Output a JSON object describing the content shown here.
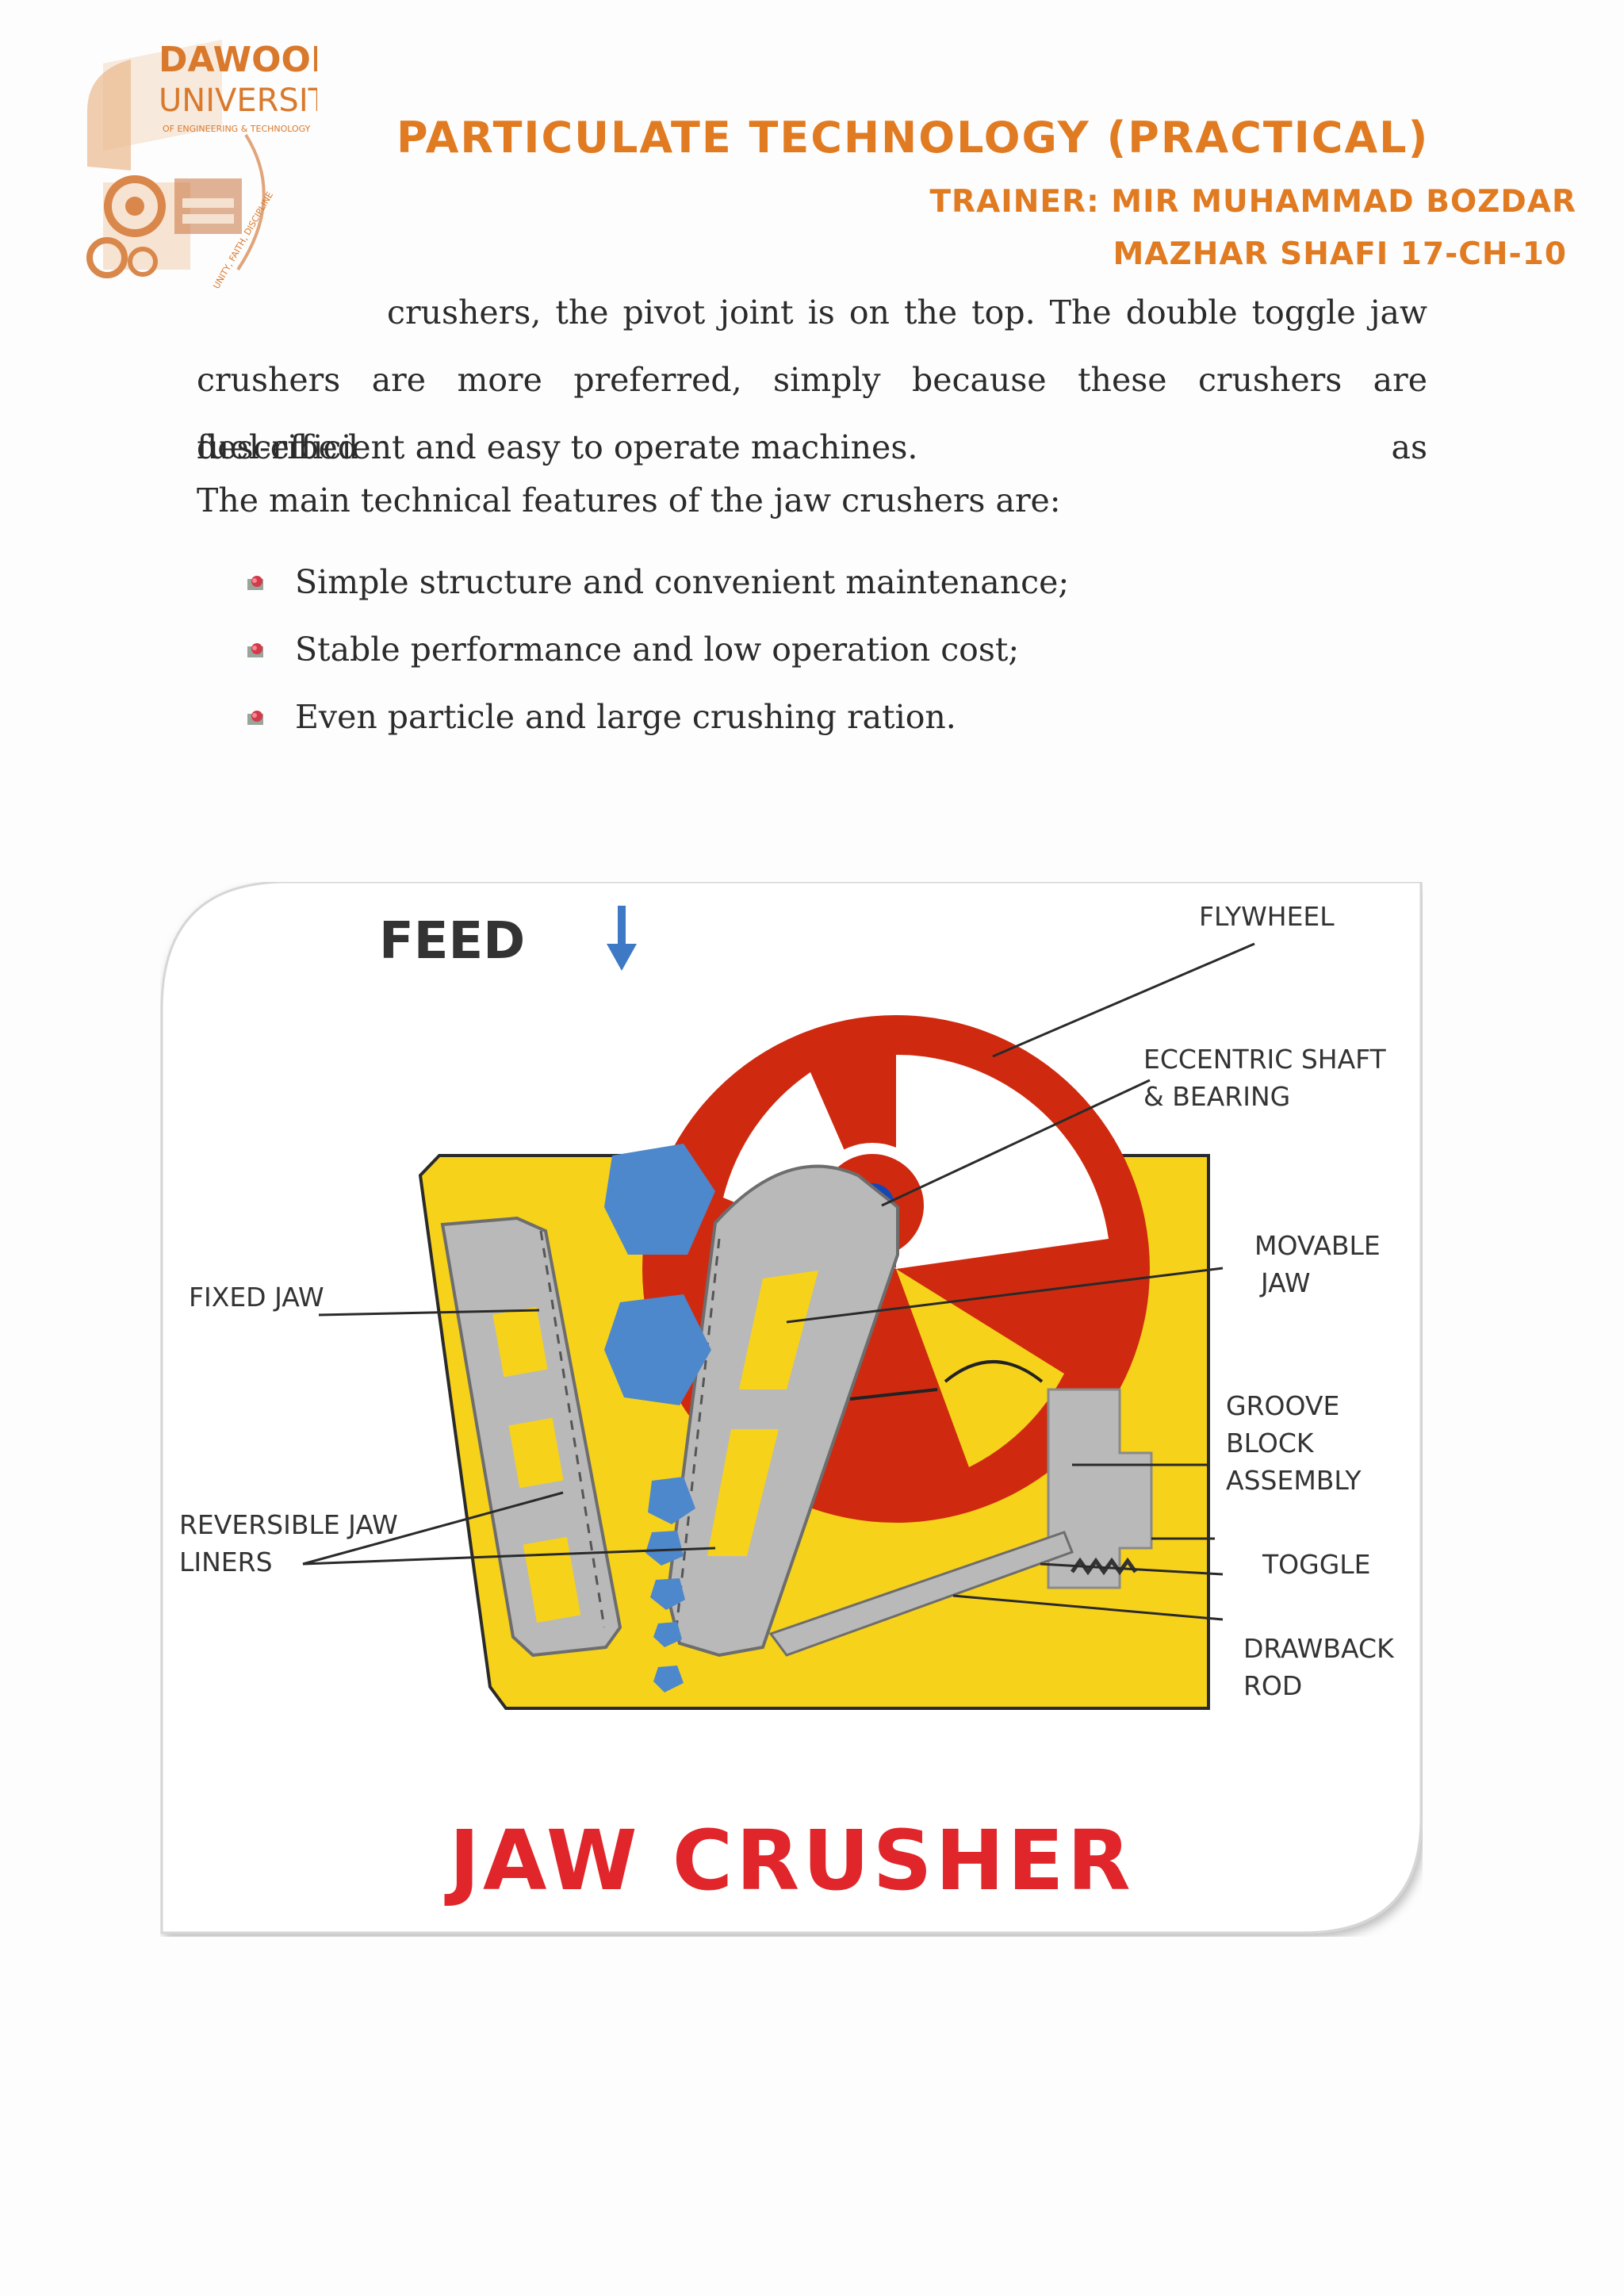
{
  "logo": {
    "line1": "DAWOOD",
    "line2": "UNIVERSITY",
    "line3": "OF ENGINEERING & TECHNOLOGY",
    "motto": "UNITY, FAITH, DISCIPLINE"
  },
  "header": {
    "title": "PARTICULATE TECHNOLOGY (PRACTICAL)",
    "trainer": "TRAINER: MIR MUHAMMAD BOZDAR",
    "author": "MAZHAR SHAFI 17-CH-10"
  },
  "body": {
    "para_lines": [
      "crushers, the pivot joint is on the top. The double toggle jaw",
      "crushers are more preferred, simply because these crushers are described as",
      "fuel-efficient and easy to operate machines."
    ],
    "lead": "The main technical features of the jaw crushers are:",
    "bullets": [
      "Simple structure and convenient maintenance;",
      "Stable performance and low operation cost;",
      "Even particle and large crushing ration."
    ]
  },
  "figure": {
    "feed": "FEED",
    "title": "JAW CRUSHER",
    "labels": {
      "flywheel": "FLYWHEEL",
      "eccentric_1": "ECCENTRIC SHAFT",
      "eccentric_2": "& BEARING",
      "movable_1": "MOVABLE",
      "movable_2": "JAW",
      "fixed_jaw": "FIXED JAW",
      "groove_1": "GROOVE",
      "groove_2": "BLOCK",
      "groove_3": "ASSEMBLY",
      "reversible_1": "REVERSIBLE JAW",
      "reversible_2": "LINERS",
      "toggle": "TOGGLE",
      "drawback_1": "DRAWBACK",
      "drawback_2": "ROD"
    },
    "colors": {
      "frame": "#f7d21b",
      "flywheel": "#cf2a10",
      "rock": "#4d87cc",
      "jaw": "#b9b9b9",
      "title": "#e0262a"
    }
  }
}
